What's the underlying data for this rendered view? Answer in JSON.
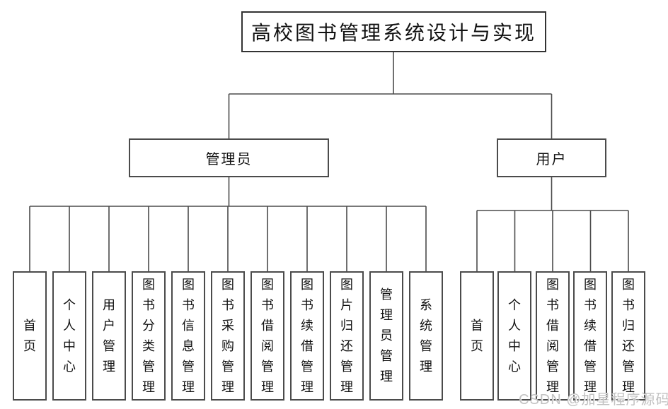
{
  "diagram": {
    "title": "高校图书管理系统设计与实现",
    "admin": {
      "label": "管理员",
      "children": [
        "首页",
        "个人中心",
        "用户管理",
        "图书分类管理",
        "图书信息管理",
        "图书采购管理",
        "图书借阅管理",
        "图书续借管理",
        "图片归还管理",
        "管理员管理",
        "系统管理"
      ]
    },
    "user": {
      "label": "用户",
      "children": [
        "首页",
        "个人中心",
        "图书借阅管理",
        "图书续借管理",
        "图书归还管理"
      ]
    }
  },
  "watermark": {
    "text": "CSDN @加星程序源码"
  },
  "colors": {
    "line": "#4b4b4b",
    "box_border": "#4b4b4b",
    "text": "#111111",
    "background": "#ffffff",
    "watermark": "#c2c2c2"
  }
}
